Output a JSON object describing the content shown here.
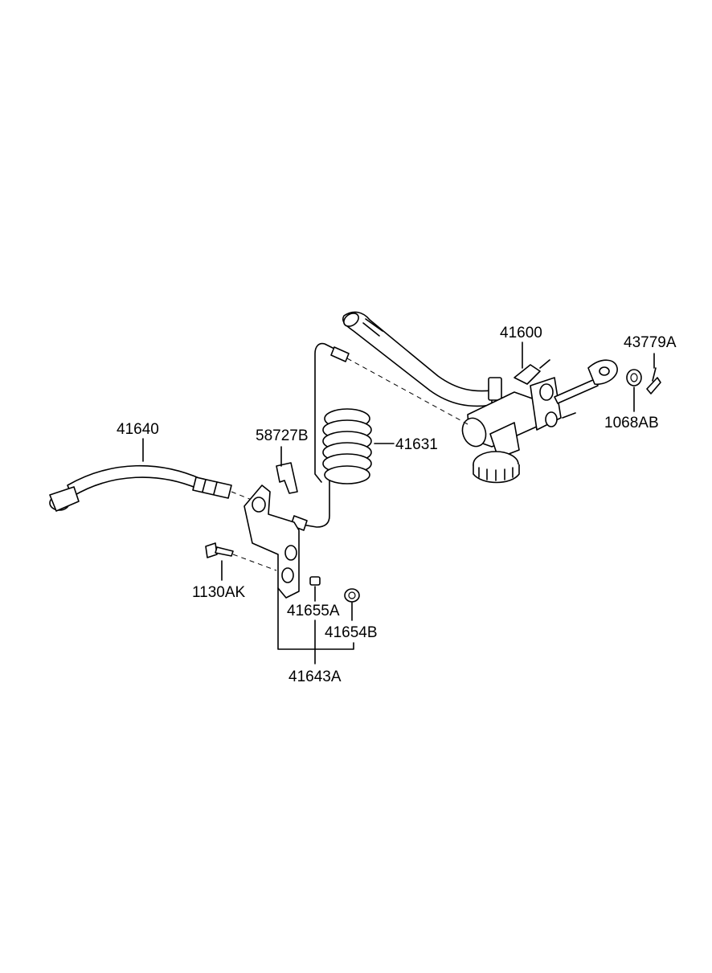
{
  "diagram": {
    "labels": {
      "p41600": "41600",
      "p43779A": "43779A",
      "p1068AB": "1068AB",
      "p41640": "41640",
      "p58727B": "58727B",
      "p41631": "41631",
      "p1130AK": "1130AK",
      "p41655A": "41655A",
      "p41654B": "41654B",
      "p41643A": "41643A"
    }
  }
}
